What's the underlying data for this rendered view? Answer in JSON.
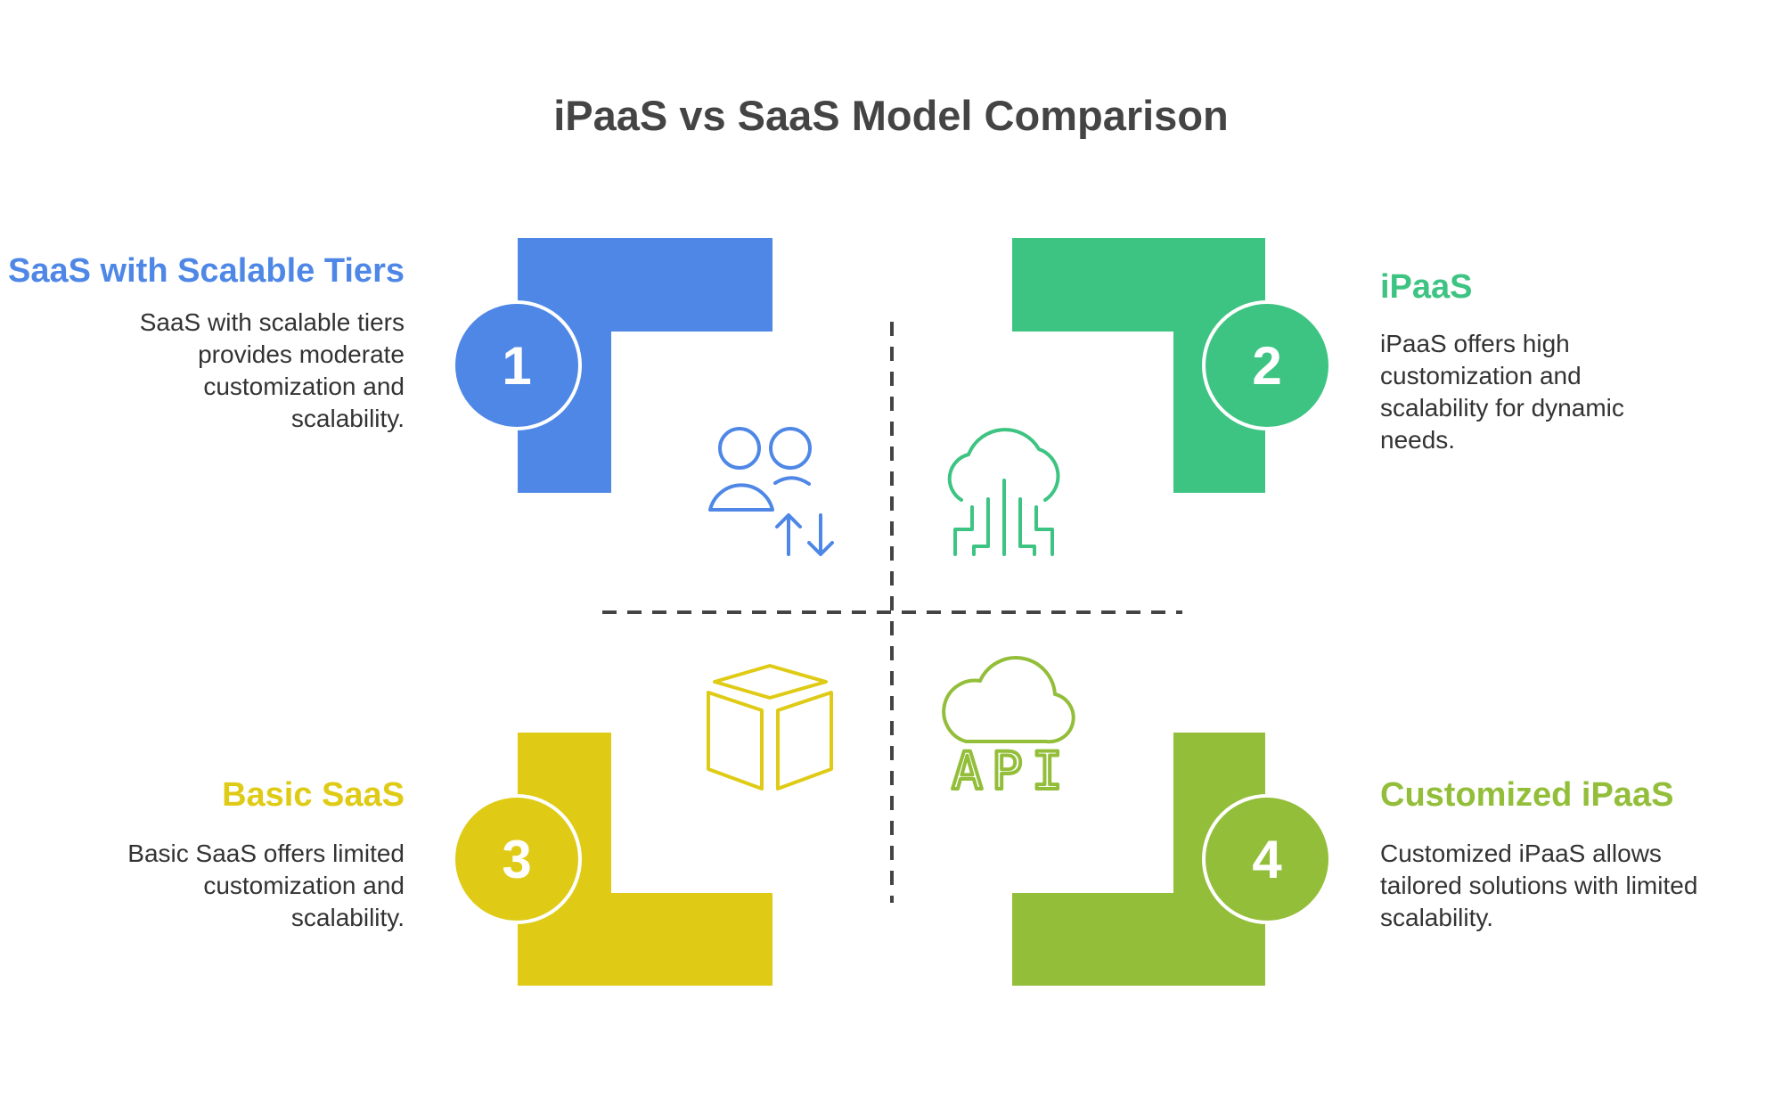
{
  "title": "iPaaS vs SaaS Model Comparison",
  "colors": {
    "blue": "#4f87e6",
    "green": "#3ec482",
    "yellow": "#dfcb16",
    "lime": "#93be3a",
    "divider": "#444444"
  },
  "quadrants": [
    {
      "number": "1",
      "heading": "SaaS with Scalable Tiers",
      "body": "SaaS with scalable tiers provides moderate customization and scalability.",
      "icon": "users-transfer-icon"
    },
    {
      "number": "2",
      "heading": "iPaaS",
      "body": "iPaaS offers high customization and scalability for dynamic needs.",
      "icon": "cloud-circuit-icon"
    },
    {
      "number": "3",
      "heading": "Basic SaaS",
      "body": "Basic SaaS offers limited customization and scalability.",
      "icon": "box-icon"
    },
    {
      "number": "4",
      "heading": "Customized iPaaS",
      "body": "Customized iPaaS allows tailored solutions with limited scalability.",
      "icon": "cloud-api-icon",
      "icon_text": "API"
    }
  ]
}
